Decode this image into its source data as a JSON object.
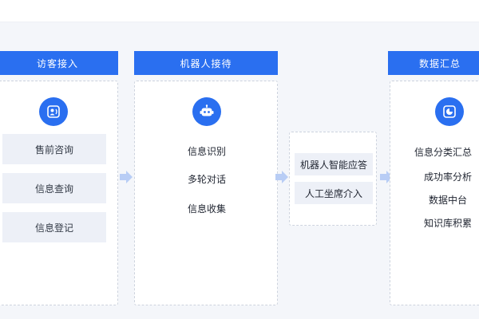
{
  "columns": [
    {
      "title": "访客接入",
      "items": [
        "售前咨询",
        "信息查询",
        "信息登记"
      ]
    },
    {
      "title": "机器人接待",
      "items": [
        "信息识别",
        "多轮对话",
        "信息收集"
      ]
    },
    {
      "title": "数据汇总",
      "items": [
        "信息分类汇总",
        "成功率分析",
        "数据中台",
        "知识库积累"
      ]
    }
  ],
  "middle": {
    "items": [
      "机器人智能应答",
      "人工坐席介入"
    ]
  },
  "colors": {
    "accent": "#2a6ff0",
    "tile": "#edf0f7",
    "arrow": "#b8cdf5"
  },
  "icons": [
    "headset-agent-icon",
    "robot-icon",
    "chart-icon",
    "arrow-right-icon"
  ]
}
